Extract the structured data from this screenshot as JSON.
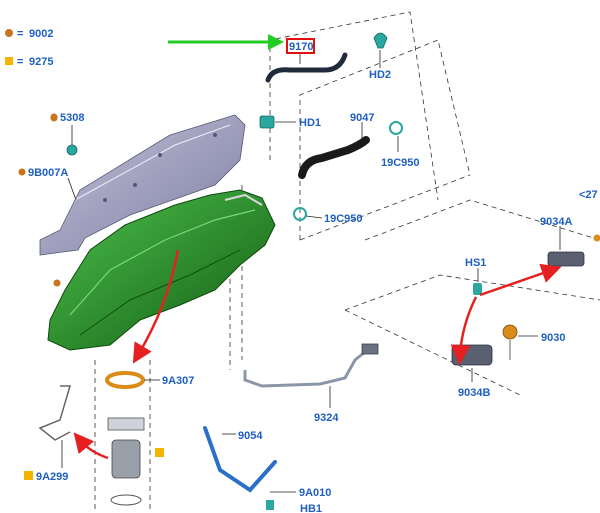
{
  "legend": {
    "circle_code": "9002",
    "square_code": "9275",
    "circle_color": "#c8741c",
    "square_color": "#f5b400",
    "equals": "="
  },
  "labels": {
    "l9170": "9170",
    "hd2": "HD2",
    "hd1": "HD1",
    "l9047": "9047",
    "l19c950a": "19C950",
    "l19c950b": "19C950",
    "l5308": "5308",
    "l9b007a": "9B007A",
    "l9034a": "9034A",
    "l27": "<27",
    "hs1": "HS1",
    "l9030": "9030",
    "l9034b": "9034B",
    "l9a307": "9A307",
    "l9324": "9324",
    "l9054": "9054",
    "l9a299": "9A299",
    "l9a010": "9A010",
    "hb1": "HB1"
  },
  "colors": {
    "label": "#1f5fc4",
    "tank": "#2f8f2f",
    "heat_shield": "#9a9ab8",
    "hose": "#1f2a3a",
    "clip": "#2aa8a0",
    "arrow_red": "#e62020",
    "arrow_green": "#22cc22",
    "highlight": "#e01010"
  }
}
